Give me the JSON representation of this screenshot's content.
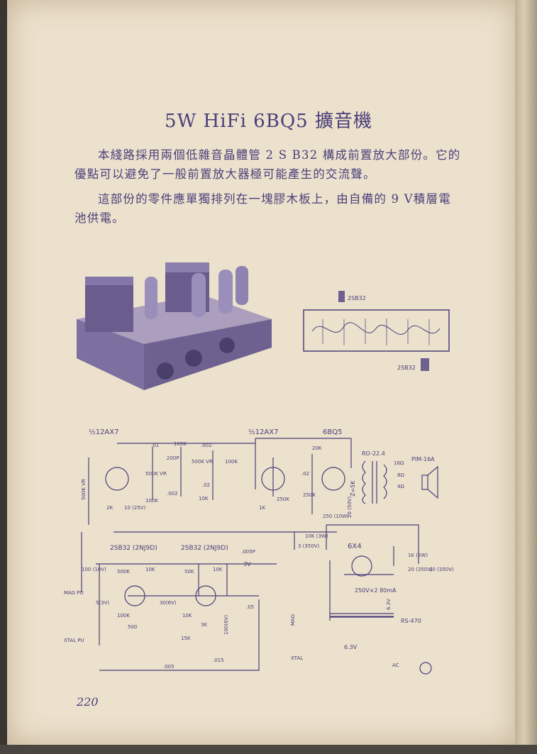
{
  "title": "5W HiFi 6BQ5 擴音機",
  "paragraphs": [
    "本綫路採用兩個低雜音晶體管 2 S B32 構成前置放大部份。它的優點可以避免了一般前置放大器極可能產生的交流聲。",
    "這部份的零件應單獨排列在一塊膠木板上，由自備的 9 V積層電池供電。"
  ],
  "layout_labels": [
    "2SB32",
    "2SB32"
  ],
  "schematic_labels": {
    "tube_1": "½12AX7",
    "tube_2": "½12AX7",
    "output_tube": "6BQ5",
    "rectifier": "6X4",
    "transistor_1": "2SB32 (2NJ9D)",
    "transistor_2": "2SB32 (2NJ9D)",
    "output_transformer": "RO-22.4",
    "speaker": "PIM-16A",
    "power_transformer": "RS-470",
    "impedance": "Z=5K",
    "hv_winding": "250V×2 80mA",
    "heater_1": "6.3V",
    "heater_2": "6.3V",
    "tap_16": "16Ω",
    "tap_8": "8Ω",
    "tap_4": "4Ω",
    "r_500k_vr": "500K VR",
    "r_2k": "2K",
    "c_10_25v": "10 (25V)",
    "c_01": ".01",
    "r_100k_a": "100K",
    "c_002_a": ".002",
    "c_200p": "200P",
    "r_500k_vr2": "500K VR",
    "r_500k_vr3": "500K VR",
    "c_002_b": ".002",
    "c_02_a": ".02",
    "r_100k_b": "100K",
    "r_10k_a": "10K",
    "r_100k_c": "100K",
    "r_1k": "1K",
    "r_250k_a": "250K",
    "r_20k": "20K",
    "c_02_b": ".02",
    "r_250k_b": "250K",
    "r_250_10w": "250 (10W)",
    "c_20_50v": "20 (50V)",
    "r_10k_3w": "10K (3W)",
    "c_3_350v": "3 (350V)",
    "r_1k_5w": "1K (5W)",
    "c_20_350v": "20 (350V)",
    "c_10_350v": "10 (350V)",
    "c_100_10v": "100 (10V)",
    "r_500k_b": "500K",
    "r_10k_b": "10K",
    "r_50k": "50K",
    "r_10k_c": "10K",
    "c_005p": ".005P",
    "battery": "3V",
    "mag_pu": "MAG PU",
    "c_5_3v": "5(3V)",
    "c_30_6v": "30(6V)",
    "r_100k_d": "100K",
    "r_500": "500",
    "r_10k_d": "10K",
    "r_3k": "3K",
    "c_100_6v": "100(6V)",
    "c_05": ".05",
    "xtal_pu": "XTAL PU",
    "r_15k": "15K",
    "c_005": ".005",
    "c_015": ".015",
    "switch_mag": "MAG",
    "switch_xtal": "XTAL",
    "ac": "AC"
  },
  "page_number": "220"
}
